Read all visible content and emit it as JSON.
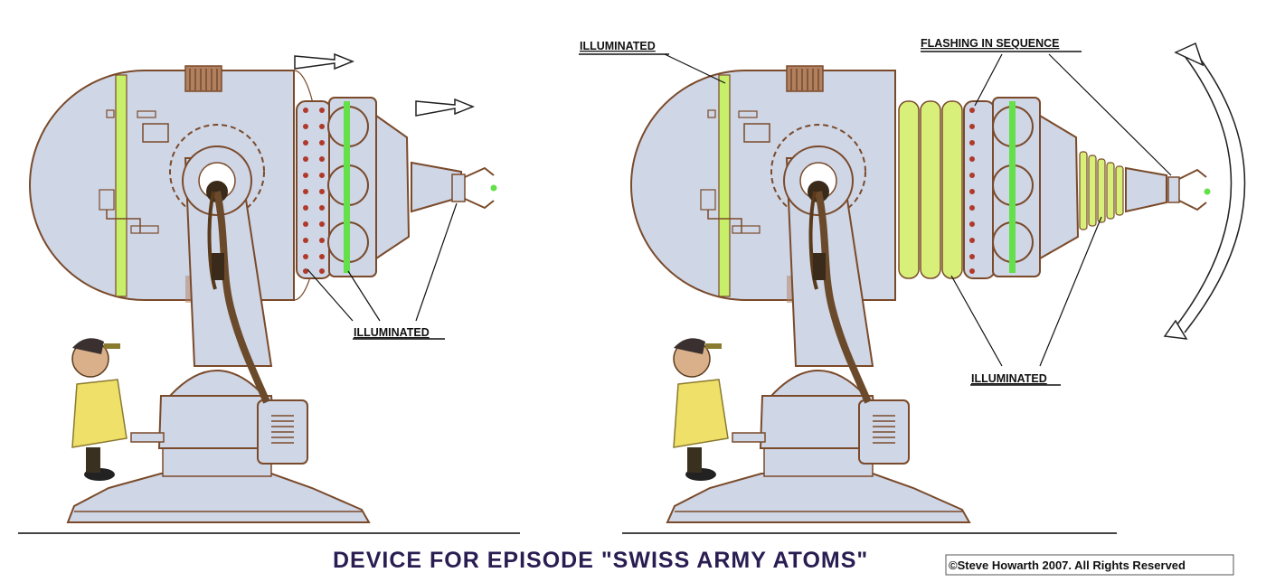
{
  "title": "DEVICE FOR EPISODE \"SWISS ARMY ATOMS\"",
  "copyright": "©Steve Howarth 2007. All Rights Reserved",
  "callouts": {
    "left_illuminated": "ILLUMINATED",
    "right_top_illuminated": "ILLUMINATED",
    "flashing": "FLASHING IN SEQUENCE",
    "right_bottom_illuminated": "ILLUMINATED"
  },
  "colors": {
    "body_fill": "#cfd6e6",
    "outline": "#7a4a2a",
    "bolt": "#b0392a",
    "illuminated_stripe": "#c8ef6a",
    "illuminated_band": "#d8f07a",
    "bright_green": "#63e04a",
    "coat": "#efe06a",
    "title_color": "#2a1d52"
  }
}
